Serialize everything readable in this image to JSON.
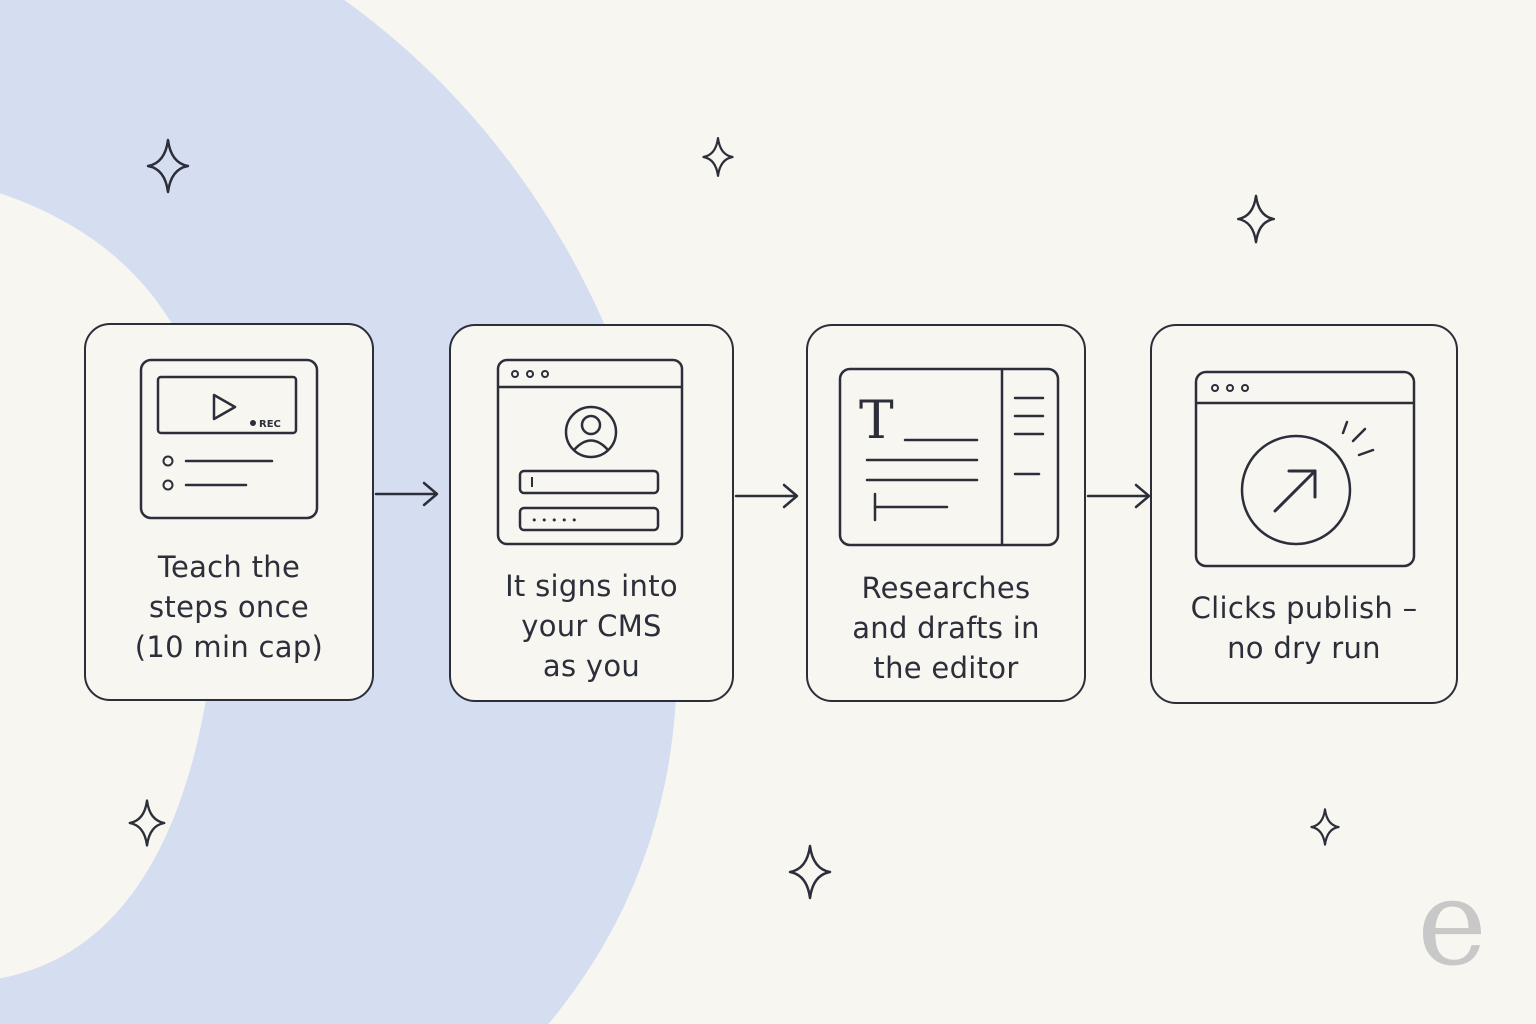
{
  "colors": {
    "background": "#f8f6f1",
    "arc": "#d5ddf1",
    "ink": "#2c2e3a",
    "watermark": "#c8c8c8"
  },
  "steps": [
    {
      "icon": "video-record-icon",
      "caption": "Teach the\nsteps once\n(10 min cap)",
      "rec_label": "REC"
    },
    {
      "icon": "login-window-icon",
      "caption": "It signs into\nyour CMS\nas you",
      "password_mask": "• • • • •"
    },
    {
      "icon": "text-editor-icon",
      "caption": "Researches\nand drafts in\nthe editor",
      "text_glyph": "T"
    },
    {
      "icon": "publish-window-icon",
      "caption": "Clicks publish –\nno dry run"
    }
  ],
  "watermark": "e"
}
